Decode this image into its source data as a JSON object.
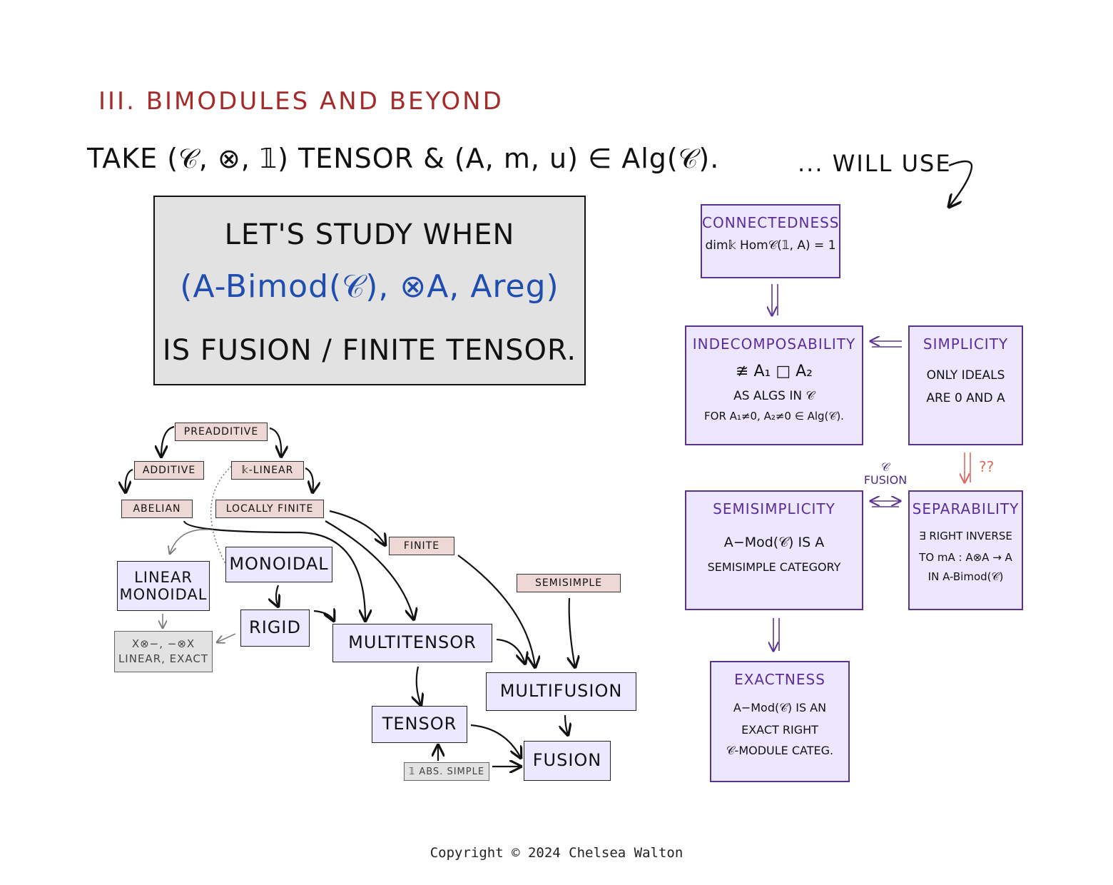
{
  "header": {
    "title": "III. BIMODULES AND BEYOND",
    "take_line": "TAKE (𝒞, ⊗, 𝟙) TENSOR & (A, m, u) ∈ Alg(𝒞).",
    "will_use": "... WILL USE"
  },
  "main_box": {
    "line1": "LET'S STUDY WHEN",
    "line2": "(A-Bimod(𝒞), ⊗A, Areg)",
    "line3": "IS FUSION / FINITE TENSOR."
  },
  "hierarchy": {
    "preadditive": "PREADDITIVE",
    "additive": "ADDITIVE",
    "k_linear": "𝕜-LINEAR",
    "abelian": "ABELIAN",
    "locally_finite": "LOCALLY FINITE",
    "finite": "FINITE",
    "semisimple": "SEMISIMPLE",
    "monoidal": "MONOIDAL",
    "linear_monoidal": [
      "LINEAR",
      "MONOIDAL"
    ],
    "exact_note": [
      "X⊗−, −⊗X",
      "LINEAR, EXACT"
    ],
    "rigid": "RIGID",
    "multitensor": "MULTITENSOR",
    "multifusion": "MULTIFUSION",
    "tensor": "TENSOR",
    "fusion": "FUSION",
    "abs_simple": "𝟙 ABS. SIMPLE"
  },
  "properties": {
    "connectedness": {
      "title": "CONNECTEDNESS",
      "lines": [
        "dim𝕜 Hom𝒞(𝟙, A) = 1"
      ]
    },
    "indecomposability": {
      "title": "INDECOMPOSABILITY",
      "lines": [
        "≇ A₁ □ A₂",
        "AS ALGS IN 𝒞",
        "FOR A₁≠0, A₂≠0 ∈ Alg(𝒞)."
      ]
    },
    "simplicity": {
      "title": "SIMPLICITY",
      "lines": [
        "ONLY IDEALS",
        "ARE 0 AND A"
      ]
    },
    "semisimplicity": {
      "title": "SEMISIMPLICITY",
      "lines": [
        "A−Mod(𝒞) IS A",
        "SEMISIMPLE CATEGORY"
      ]
    },
    "separability": {
      "title": "SEPARABILITY",
      "lines": [
        "∃ RIGHT INVERSE",
        "TO mA : A⊗A → A",
        "IN A-Bimod(𝒞)"
      ]
    },
    "exactness": {
      "title": "EXACTNESS",
      "lines": [
        "A−Mod(𝒞) IS AN",
        "EXACT RIGHT",
        "𝒞-MODULE CATEG."
      ]
    },
    "fusion_relation": [
      "𝒞",
      "FUSION"
    ],
    "question_marks": "??"
  },
  "colors": {
    "title_red": "#a52a2a",
    "bimod_blue": "#1f4db0",
    "property_purple": "#5a2d9a",
    "tag_pink": "#eed8d6",
    "category_lavender": "#ece8ff",
    "question_red": "#d86a60"
  },
  "footer": {
    "copyright": "Copyright © 2024 Chelsea Walton"
  }
}
